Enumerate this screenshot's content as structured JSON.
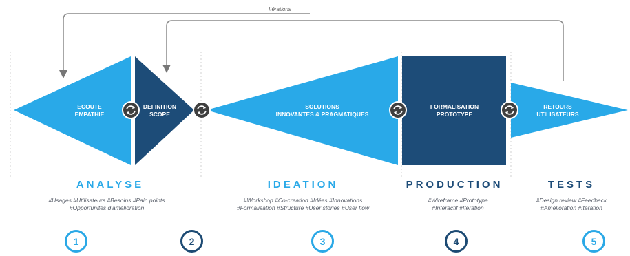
{
  "iterations_label": "Itérations",
  "shapes": [
    {
      "label_lines": [
        "ECOUTE",
        "EMPATHIE"
      ],
      "color": "#29a9e8"
    },
    {
      "label_lines": [
        "DEFINITION",
        "SCOPE"
      ],
      "color": "#1d4c78"
    },
    {
      "label_lines": [
        "SOLUTIONS",
        "INNOVANTES & PRAGMATIQUES"
      ],
      "color": "#29a9e8"
    },
    {
      "label_lines": [
        "FORMALISATION",
        "PROTOTYPE"
      ],
      "color": "#1d4c78"
    },
    {
      "label_lines": [
        "RETOURS",
        "UTILISATEURS"
      ],
      "color": "#29a9e8"
    }
  ],
  "phases": [
    {
      "title": "ANALYSE",
      "color": "#29a9e8",
      "tags": [
        "#Usages #Utilisateurs #Besoins #Pain points",
        "#Opportunités d'amélioration"
      ]
    },
    {
      "title": "IDEATION",
      "color": "#29a9e8",
      "tags": [
        "#Workshop #Co-creation #Idées #Innovations",
        "#Formalisation #Structure #User stories #User flow"
      ]
    },
    {
      "title": "PRODUCTION",
      "color": "#1d4c78",
      "tags": [
        "#Wireframe #Prototype",
        "#Interactif #Itération"
      ]
    },
    {
      "title": "TESTS",
      "color": "#1d4c78",
      "tags": [
        "#Design review #Feedback",
        "#Amélioration #Iteration"
      ]
    }
  ],
  "steps": [
    "1",
    "2",
    "3",
    "4",
    "5"
  ],
  "icons": {
    "connector": "refresh-cycle-icon",
    "arrow": "return-arrow-icon"
  }
}
